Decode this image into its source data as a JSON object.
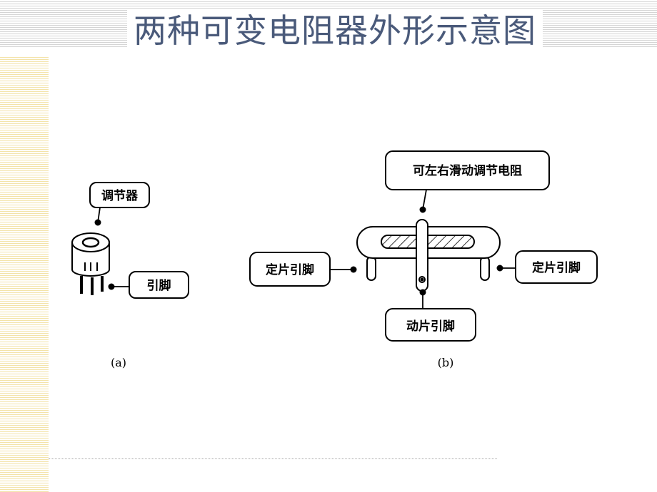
{
  "title": "两种可变电阻器外形示意图",
  "figure_a": {
    "callouts": {
      "adjuster": "调节器",
      "pins": "引脚"
    },
    "caption": "(a)"
  },
  "figure_b": {
    "callouts": {
      "slider": "可左右滑动调节电阻",
      "fixed_pin_left": "定片引脚",
      "fixed_pin_right": "定片引脚",
      "moving_pin": "动片引脚"
    },
    "caption": "(b)"
  }
}
